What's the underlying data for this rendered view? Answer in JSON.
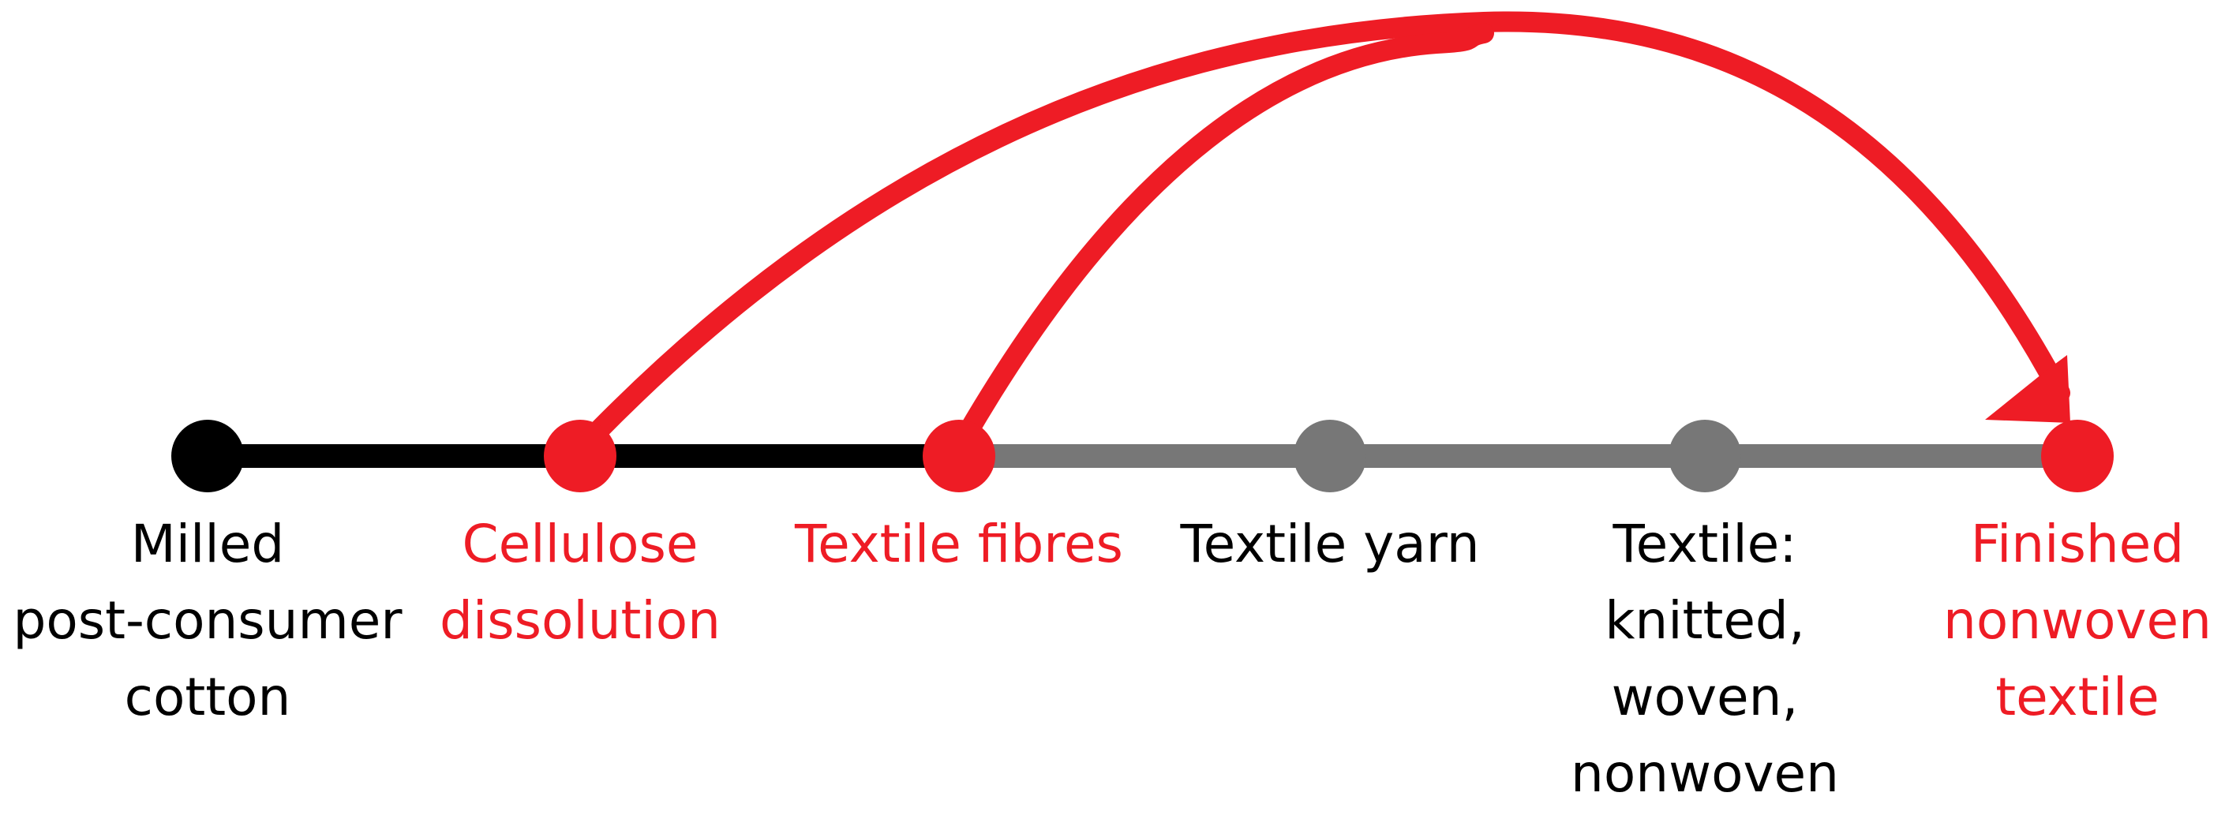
{
  "colors": {
    "black": "#000000",
    "gray": "#777777",
    "red": "#ee1c25"
  },
  "nodes": [
    {
      "id": "milled-post-consumer-cotton",
      "lines": [
        "Milled",
        "post-consumer",
        "cotton"
      ],
      "status": "black"
    },
    {
      "id": "cellulose-dissolution",
      "lines": [
        "Cellulose",
        "dissolution"
      ],
      "status": "red"
    },
    {
      "id": "textile-fibres",
      "lines": [
        "Textile fibres"
      ],
      "status": "red"
    },
    {
      "id": "textile-yarn",
      "lines": [
        "Textile yarn"
      ],
      "status": "gray"
    },
    {
      "id": "textile-knitted-woven-nonwoven",
      "lines": [
        "Textile:",
        "knitted,",
        "woven,",
        "nonwoven"
      ],
      "status": "gray"
    },
    {
      "id": "finished-nonwoven-textile",
      "lines": [
        "Finished",
        "nonwoven",
        "textile"
      ],
      "status": "red"
    }
  ],
  "segments": [
    {
      "from": 0,
      "to": 1,
      "status": "black"
    },
    {
      "from": 1,
      "to": 2,
      "status": "black"
    },
    {
      "from": 2,
      "to": 3,
      "status": "gray"
    },
    {
      "from": 3,
      "to": 4,
      "status": "gray"
    },
    {
      "from": 4,
      "to": 5,
      "status": "gray"
    }
  ],
  "bypass_arrows": [
    {
      "from": 1,
      "to": 5
    },
    {
      "from": 2,
      "to": 5
    }
  ]
}
